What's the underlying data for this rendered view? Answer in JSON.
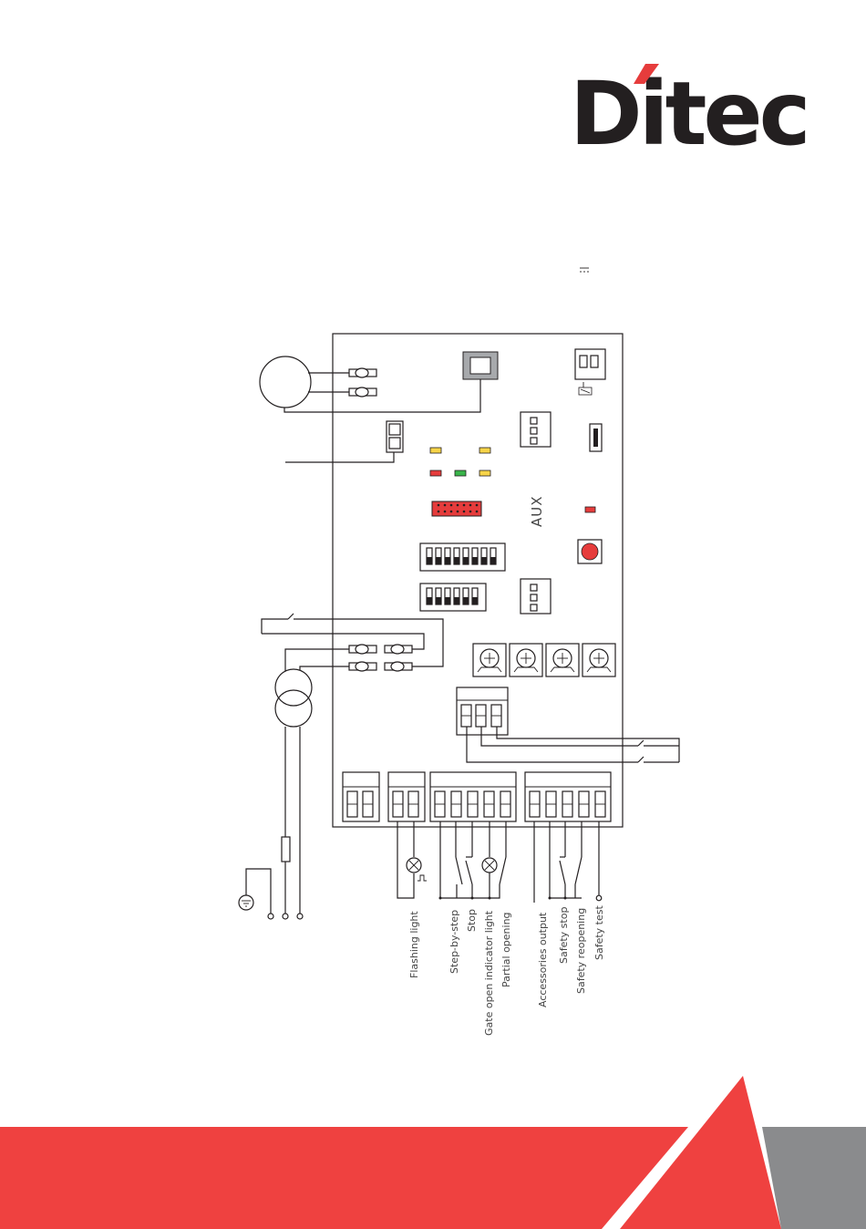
{
  "logo": {
    "text": "Ditec",
    "brand_color": "#231f20",
    "accent_color": "#e63c3c"
  },
  "diagram": {
    "aux_label": "AUX",
    "terminal_labels": [
      "Flashing light",
      "Step-by-step",
      "Stop",
      "Gate open indicator light",
      "Partial opening",
      "Accessories output",
      "Safety stop",
      "Safety reopening",
      "Safety test"
    ]
  },
  "footer": {
    "band_color": "#ef4140",
    "corner_color": "#8a8b8d"
  }
}
